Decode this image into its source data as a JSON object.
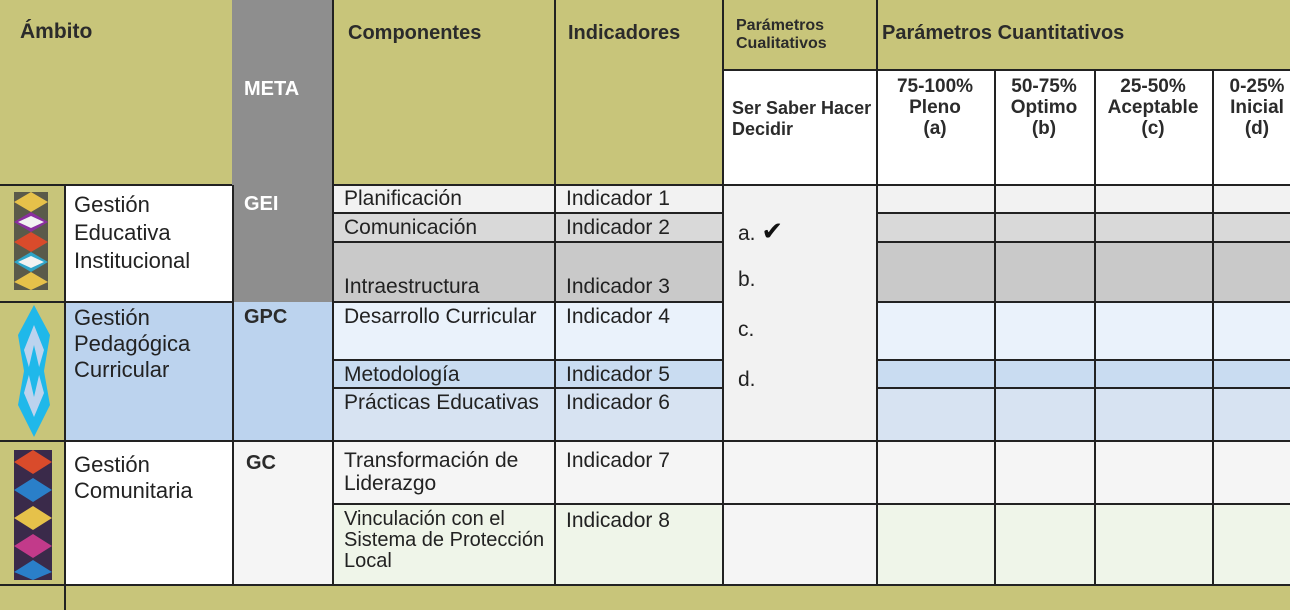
{
  "header": {
    "ambito": "Ámbito",
    "meta": "META",
    "componentes": "Componentes",
    "indicadores": "Indicadores",
    "cualitativos": "Parámetros Cualitativos",
    "cuantitativos": "Parámetros Cuantitativos",
    "ser_saber": "Ser Saber Hacer Decidir",
    "levels": [
      {
        "range": "75-100%",
        "name": "Pleno",
        "code": "(a)"
      },
      {
        "range": "50-75%",
        "name": "Optimo",
        "code": "(b)"
      },
      {
        "range": "25-50%",
        "name": "Aceptable",
        "code": "(c)"
      },
      {
        "range": "0-25%",
        "name": "Inicial",
        "code": "(d)"
      }
    ]
  },
  "sections": [
    {
      "ambito": "Gestión Educativa Institucional",
      "meta": "GEI",
      "rows": [
        {
          "componente": "Planificación",
          "indicador": "Indicador 1"
        },
        {
          "componente": "Comunicación",
          "indicador": "Indicador 2"
        },
        {
          "componente": "Intraestructura",
          "indicador": "Indicador 3"
        }
      ]
    },
    {
      "ambito": "Gestión Pedagógica Curricular",
      "meta": "GPC",
      "rows": [
        {
          "componente": "Desarrollo Curricular",
          "indicador": "Indicador 4"
        },
        {
          "componente": "Metodología",
          "indicador": "Indicador 5"
        },
        {
          "componente": "Prácticas Educativas",
          "indicador": "Indicador 6"
        }
      ]
    },
    {
      "ambito": "Gestión Comunitaria",
      "meta": "GC",
      "rows": [
        {
          "componente": "Transformación de Liderazgo",
          "indicador": "Indicador 7"
        },
        {
          "componente": "Vinculación con el Sistema  de Protección Local",
          "indicador": "Indicador 8"
        }
      ]
    }
  ],
  "qualitative_items": [
    "a.",
    "b.",
    "c.",
    "d."
  ],
  "checkmark": "✔"
}
